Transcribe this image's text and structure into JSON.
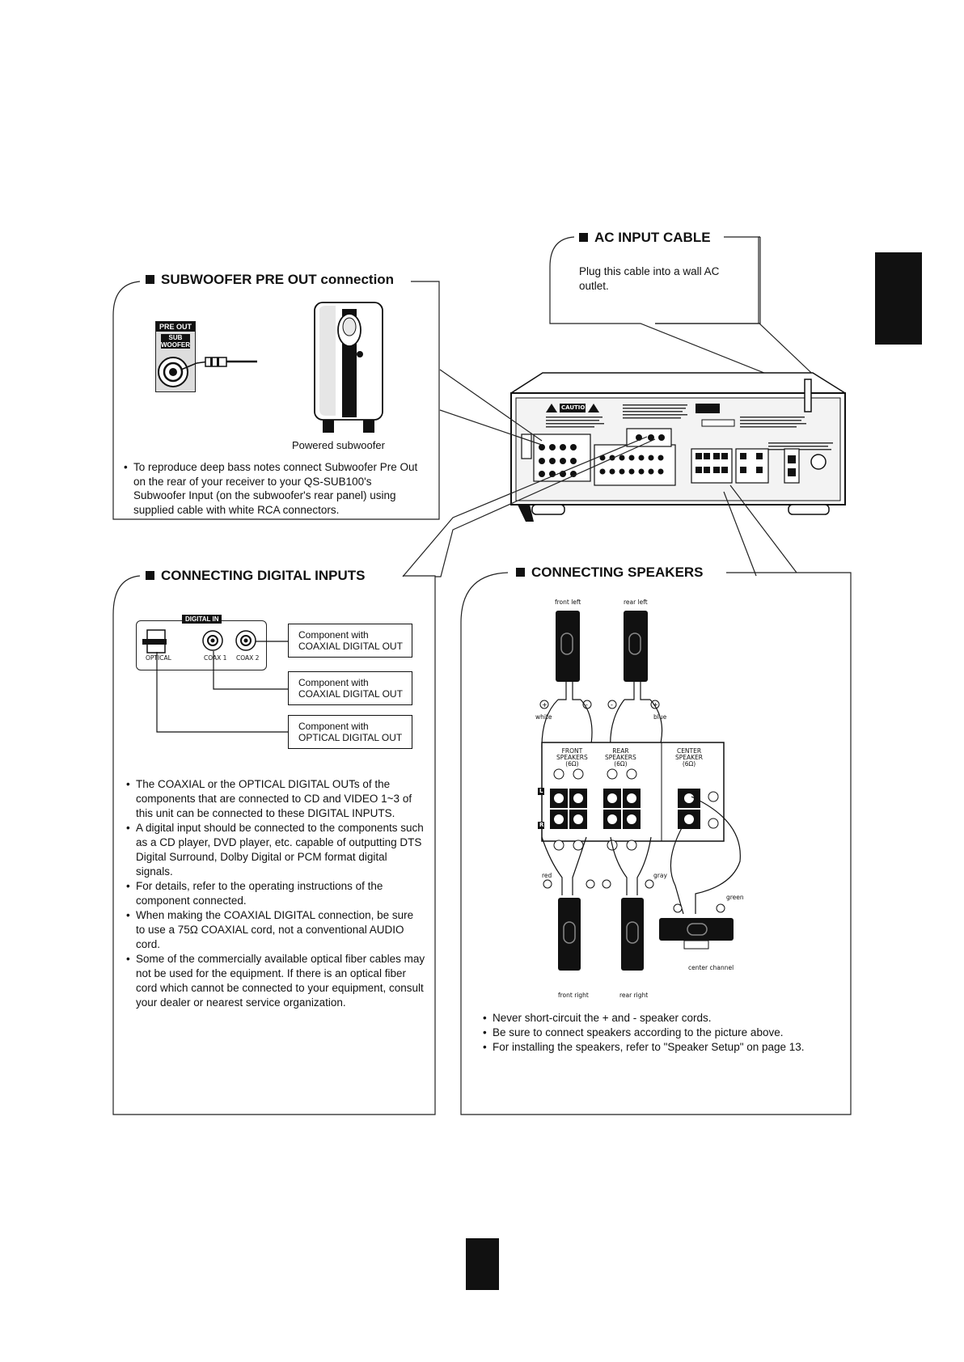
{
  "ac_input": {
    "title": "AC INPUT CABLE",
    "text": "Plug this cable into a wall AC outlet."
  },
  "subwoofer": {
    "title": "SUBWOOFER PRE OUT connection",
    "jack_label_top": "PRE OUT",
    "jack_label_1": "SUB",
    "jack_label_2": "WOOFER",
    "caption": "Powered subwoofer",
    "bullet": "To reproduce deep bass notes connect Subwoofer Pre Out on the rear of your receiver to your QS-SUB100's Subwoofer Input (on the subwoofer's rear panel) using supplied cable with white RCA connectors."
  },
  "rear_panel": {
    "caution_label": "CAUTION"
  },
  "digital": {
    "title": "CONNECTING DIGITAL INPUTS",
    "panel_label": "DIGITAL IN",
    "port_optical": "OPTICAL",
    "port_coax1": "COAX 1",
    "port_coax2": "COAX 2",
    "components": [
      {
        "line1": "Component with",
        "line2": "COAXIAL DIGITAL OUT"
      },
      {
        "line1": "Component with",
        "line2": "COAXIAL DIGITAL OUT"
      },
      {
        "line1": "Component with",
        "line2": "OPTICAL DIGITAL OUT"
      }
    ],
    "bullets": [
      "The COAXIAL or the OPTICAL DIGITAL OUTs of the components that are connected to CD and VIDEO 1~3 of this unit can be connected to these DIGITAL INPUTS.",
      "A digital input should be connected to the components such as a CD player, DVD player, etc. capable of outputting DTS Digital Surround, Dolby Digital or PCM format digital signals.",
      "For details, refer to the operating instructions of the component connected.",
      "When making the COAXIAL DIGITAL connection, be sure to use a 75Ω COAXIAL cord, not a conventional AUDIO cord.",
      "Some of the commercially available optical fiber cables may not be used for the equipment. If there is an optical fiber cord which cannot be connected to your equipment, consult your dealer or nearest service organization."
    ]
  },
  "speakers": {
    "title": "CONNECTING SPEAKERS",
    "front_left": "front left",
    "rear_left": "rear left",
    "front_right": "front right",
    "rear_right": "rear right",
    "center_channel": "center channel",
    "white": "white",
    "blue": "blue",
    "red": "red",
    "gray": "gray",
    "green": "green",
    "front_group_1": "FRONT",
    "front_group_2": "SPEAKERS",
    "rear_group_1": "REAR",
    "rear_group_2": "SPEAKERS",
    "center_group_1": "CENTER",
    "center_group_2": "SPEAKER",
    "impedance": "(6Ω)",
    "l_label": "L",
    "r_label": "R",
    "bullets": [
      "Never short-circuit the + and - speaker cords.",
      "Be sure to connect speakers according to the picture above.",
      "For installing the speakers, refer to \"Speaker Setup\" on page 13."
    ]
  }
}
